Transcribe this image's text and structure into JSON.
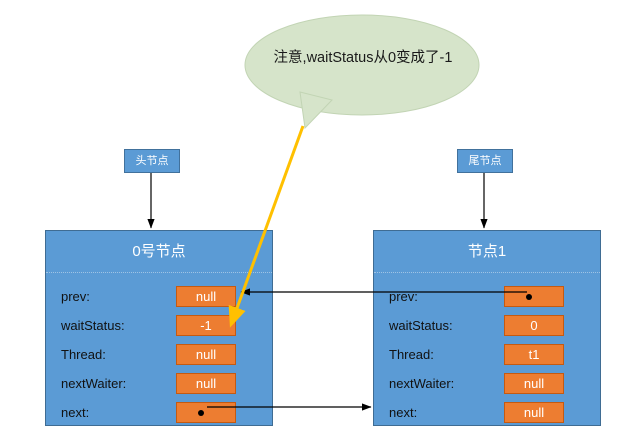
{
  "callout": {
    "text": "注意,waitStatus从0变成了-1",
    "fill_color": "#d6e4ca",
    "pointer_color": "#ffc000"
  },
  "tags": {
    "head": "头节点",
    "tail": "尾节点",
    "fill_color": "#5b9bd5"
  },
  "nodes": [
    {
      "id": "left",
      "title": "0号节点",
      "fields": [
        {
          "label": "prev:",
          "value": "null",
          "is_pointer": false
        },
        {
          "label": "waitStatus:",
          "value": "-1",
          "is_pointer": false
        },
        {
          "label": "Thread:",
          "value": "null",
          "is_pointer": false
        },
        {
          "label": "nextWaiter:",
          "value": "null",
          "is_pointer": false
        },
        {
          "label": "next:",
          "value": "",
          "is_pointer": true
        }
      ]
    },
    {
      "id": "right",
      "title": "节点1",
      "fields": [
        {
          "label": "prev:",
          "value": "",
          "is_pointer": true
        },
        {
          "label": "waitStatus:",
          "value": "0",
          "is_pointer": false
        },
        {
          "label": "Thread:",
          "value": "t1",
          "is_pointer": false
        },
        {
          "label": "nextWaiter:",
          "value": "null",
          "is_pointer": false
        },
        {
          "label": "next:",
          "value": "null",
          "is_pointer": false
        }
      ]
    }
  ],
  "colors": {
    "node_fill": "#5b9bd5",
    "value_fill": "#ed7d31",
    "arrow": "#000000"
  }
}
